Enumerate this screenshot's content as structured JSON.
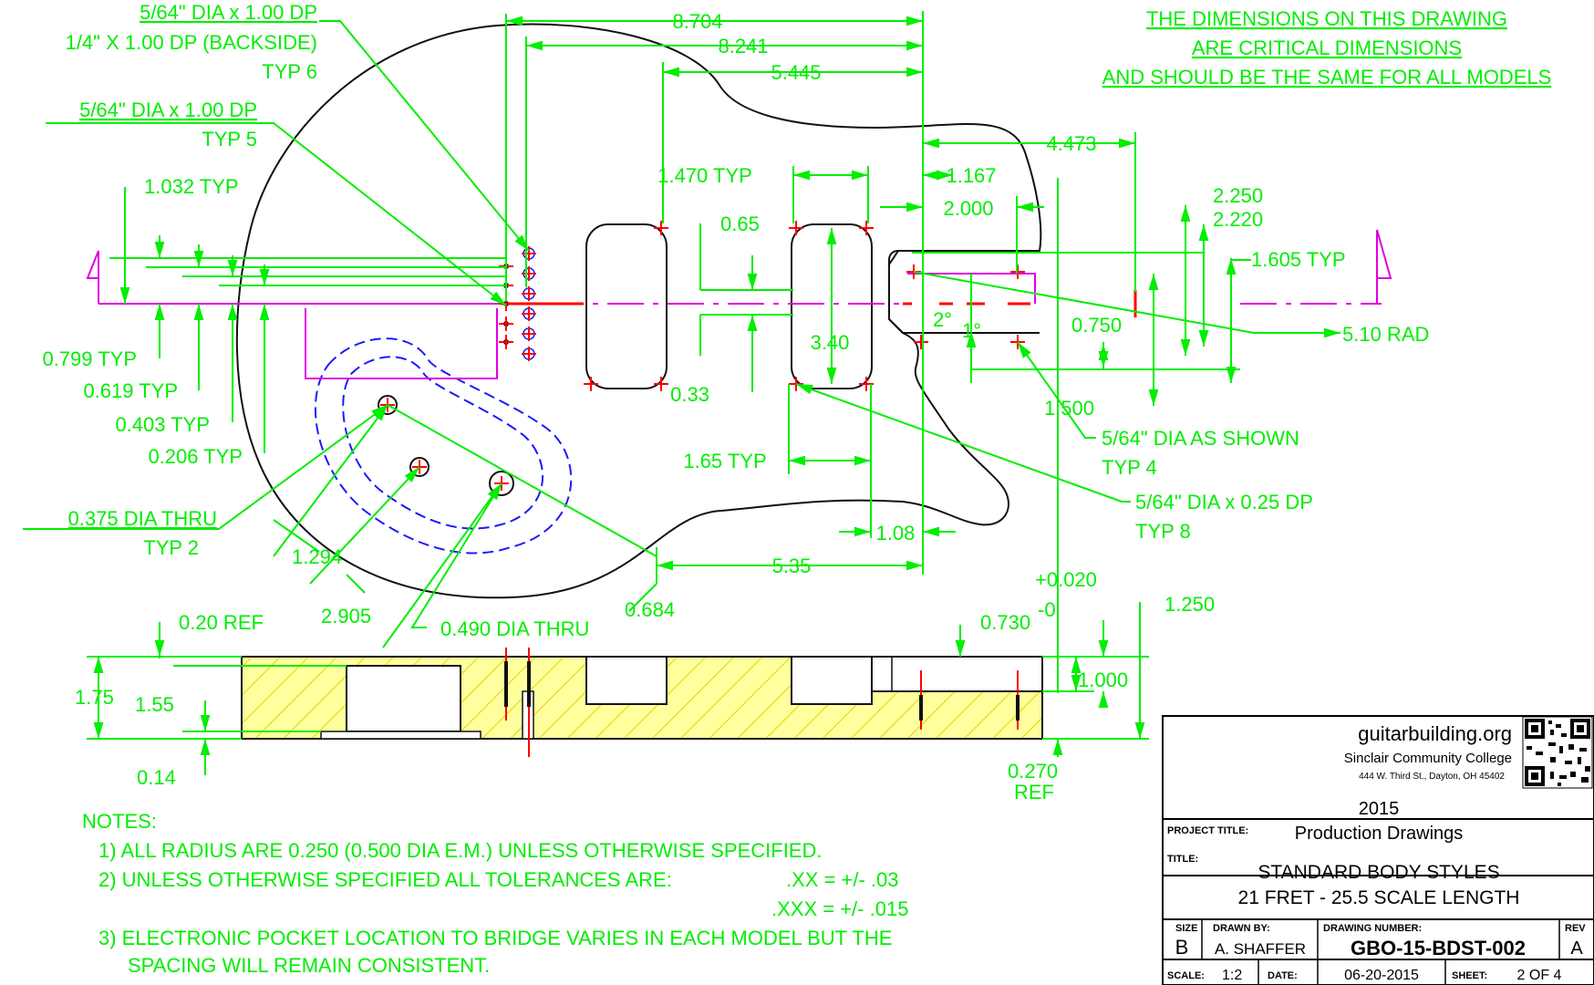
{
  "header_note": [
    "THE DIMENSIONS ON THIS DRAWING",
    "ARE CRITICAL DIMENSIONS",
    "AND SHOULD BE THE SAME FOR ALL MODELS"
  ],
  "callouts": {
    "hole_a_line1": "5/64\" DIA x 1.00 DP",
    "hole_a_line2": "1/4\" X 1.00 DP (BACKSIDE)",
    "hole_a_line3": "TYP 6",
    "hole_b_line1": "5/64\" DIA x 1.00 DP",
    "hole_b_line2": "TYP 5",
    "thru_line1": "0.375 DIA THRU",
    "thru_line2": "TYP 2",
    "thru_490": "0.490 DIA THRU",
    "shown_line1": "5/64\" DIA AS SHOWN",
    "shown_line2": "TYP 4",
    "dp25_line1": "5/64\" DIA x 0.25 DP",
    "dp25_line2": "TYP 8",
    "rad": "5.10 RAD"
  },
  "dims": {
    "d8704": "8.704",
    "d8241": "8.241",
    "d5445": "5.445",
    "d4473": "4.473",
    "d1470": "1.470 TYP",
    "d1167": "1.167",
    "d2000": "2.000",
    "d2250": "2.250",
    "d2220": "2.220",
    "d1605": "1.605 TYP",
    "d1032": "1.032 TYP",
    "d065": "0.65",
    "d2deg": "2°",
    "d1deg": "1°",
    "d0750": "0.750",
    "d340": "3.40",
    "d033": "0.33",
    "d1500": "1.500",
    "d165": "1.65 TYP",
    "d108": "1.08",
    "d535": "5.35",
    "d0799": "0.799 TYP",
    "d0619": "0.619 TYP",
    "d0403": "0.403 TYP",
    "d0206": "0.206 TYP",
    "d1294": "1.294",
    "d2905": "2.905",
    "d0684": "0.684",
    "d020": "0.20 REF",
    "d175": "1.75",
    "d155": "1.55",
    "d014": "0.14",
    "d0730": "0.730",
    "tol_plus": "+0.020",
    "tol_minus": "-0",
    "d1250": "1.250",
    "d1000": "1.000",
    "d0270": "0.270",
    "d0270ref": "REF"
  },
  "notes": {
    "heading": "NOTES:",
    "n1": "1) ALL RADIUS ARE 0.250 (0.500 DIA E.M.) UNLESS OTHERWISE SPECIFIED.",
    "n2": "2) UNLESS OTHERWISE SPECIFIED ALL TOLERANCES ARE:",
    "n2a": ".XX = +/- .03",
    "n2b": ".XXX = +/- .015",
    "n3a": "3) ELECTRONIC POCKET LOCATION TO BRIDGE VARIES IN EACH MODEL BUT THE",
    "n3b": "SPACING WILL REMAIN CONSISTENT."
  },
  "title_block": {
    "org": "guitarbuilding.org",
    "college": "Sinclair Community College",
    "address": "444 W. Third St., Dayton, OH 45402",
    "project_label": "PROJECT TITLE:",
    "project_line1": "2015",
    "project_line2": "Production Drawings",
    "title_label": "TITLE:",
    "title_line1": "STANDARD BODY STYLES",
    "title_line2": "21 FRET - 25.5 SCALE LENGTH",
    "size_label": "SIZE",
    "size": "B",
    "drawn_label": "DRAWN BY:",
    "drawn": "A. SHAFFER",
    "dwg_label": "DRAWING NUMBER:",
    "dwg": "GBO-15-BDST-002",
    "rev_label": "REV",
    "rev": "A",
    "scale_label": "SCALE:",
    "scale": "1:2",
    "date_label": "DATE:",
    "date": "06-20-2015",
    "sheet_label": "SHEET:",
    "sheet": "2 OF 4"
  },
  "colors": {
    "dimension": "#00ee00",
    "outline": "#111111",
    "centerline": "#e000e0",
    "hidden": "#1a1aff",
    "marker": "#ff0000",
    "section_fill": "#ffff9e"
  }
}
